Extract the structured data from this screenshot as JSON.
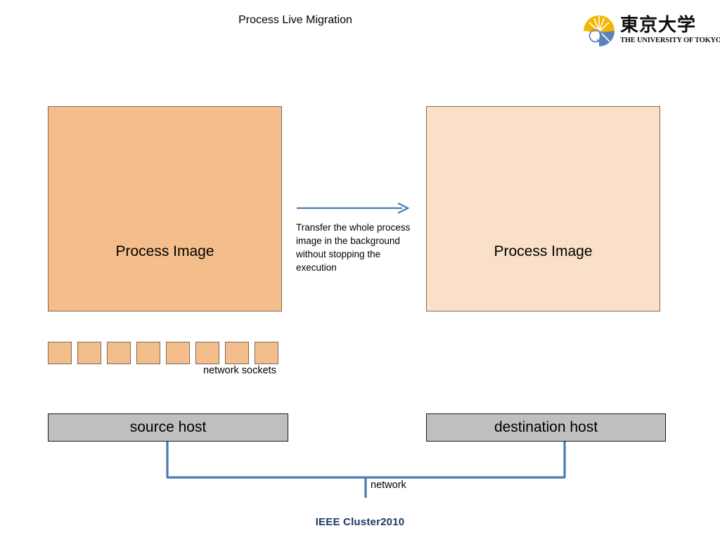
{
  "slide": {
    "title": "Process Live Migration",
    "background_color": "#ffffff",
    "footer": "IEEE Cluster2010",
    "footer_color": "#1f3864"
  },
  "logo": {
    "emblem_name": "utokyo-ginkgo-emblem",
    "emblem_yellow": "#F2B705",
    "emblem_blue": "#5B83B8",
    "japanese_name": "東京大学",
    "english_name": "THE UNIVERSITY OF TOKYO"
  },
  "diagram": {
    "source": {
      "process_box_label": "Process Image",
      "process_box_color": "#f4be8c",
      "host_label": "source host",
      "host_color": "#bfbfbf"
    },
    "destination": {
      "process_box_label": "Process Image",
      "process_box_color": "#fadfc9",
      "host_label": "destination host",
      "host_color": "#bfbfbf"
    },
    "transfer": {
      "arrow_name": "transfer-arrow-right",
      "arrow_color": "#4a7ab5",
      "caption": "Transfer the whole process image in the background without stopping the execution"
    },
    "sockets": {
      "label": "network sockets",
      "count": 8,
      "color": "#f4be8c",
      "positions": [
        0,
        42,
        84,
        126,
        168,
        210,
        252,
        294
      ]
    },
    "network": {
      "label": "network",
      "line_color": "#4a7ab5"
    }
  }
}
